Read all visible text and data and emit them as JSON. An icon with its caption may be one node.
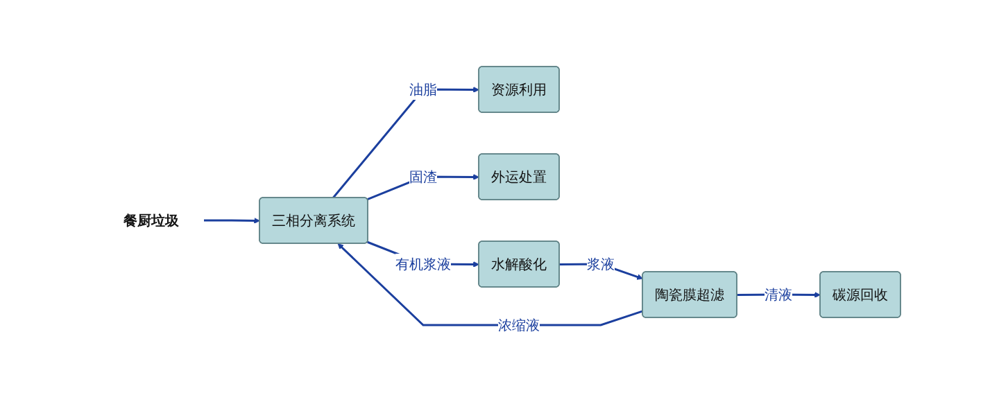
{
  "diagram": {
    "nodes": [
      {
        "text": [
          "餐厨垃圾"
        ]
      },
      {
        "text": [
          "三相分离系统"
        ]
      },
      {
        "text": [
          "资源利用"
        ]
      },
      {
        "text": [
          "外运处置"
        ]
      },
      {
        "text": [
          "水解酸化"
        ]
      },
      {
        "text": [
          "陶瓷膜超滤"
        ]
      },
      {
        "text": [
          "碳源回收"
        ]
      }
    ],
    "edges": [
      {
        "from": 0,
        "to": 1,
        "arrow": "to"
      },
      {
        "from": 1,
        "to": 2,
        "arrow": "to",
        "label": "油脂"
      },
      {
        "from": 1,
        "to": 3,
        "arrow": "to",
        "label": "固渣"
      },
      {
        "from": 1,
        "to": 4,
        "arrow": "to",
        "label": "有机浆液"
      },
      {
        "from": 4,
        "to": 5,
        "arrow": "to",
        "label": "浆液"
      },
      {
        "from": 5,
        "to": 1,
        "arrow": "to",
        "label": "浓缩液"
      },
      {
        "from": 5,
        "to": 6,
        "arrow": "to",
        "label": "清液"
      }
    ]
  }
}
